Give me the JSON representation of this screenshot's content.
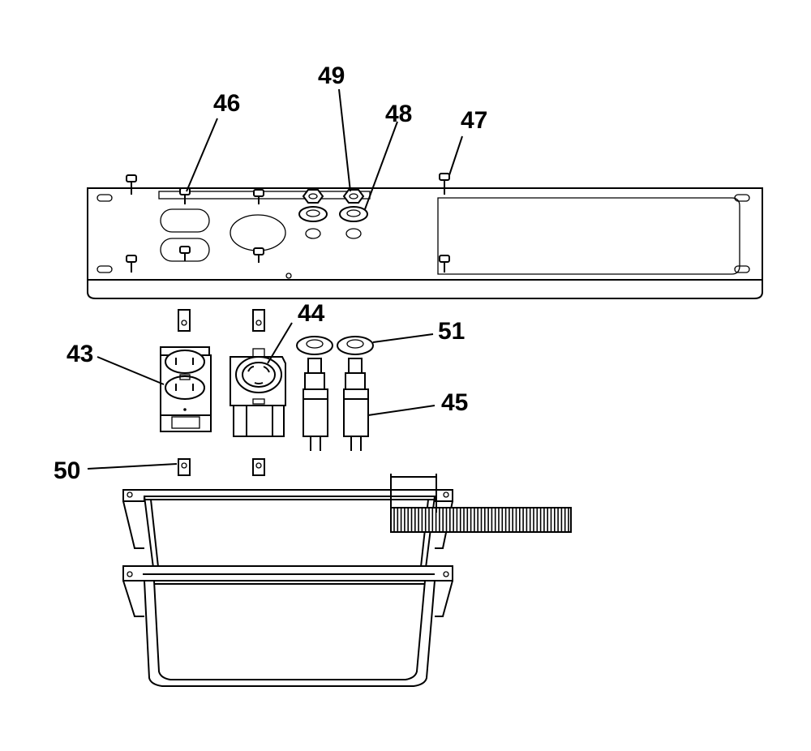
{
  "callouts": {
    "c43": "43",
    "c44": "44",
    "c45": "45",
    "c46": "46",
    "c47": "47",
    "c48": "48",
    "c49": "49",
    "c50": "50",
    "c51": "51"
  },
  "colors": {
    "ink": "#000000",
    "paper": "#ffffff"
  }
}
